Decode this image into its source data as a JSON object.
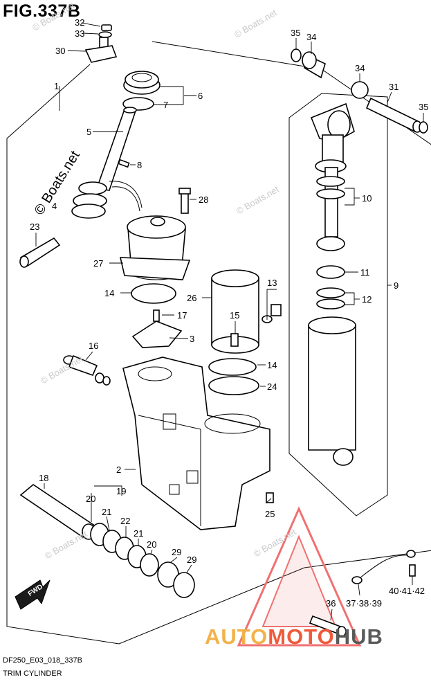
{
  "figure": {
    "title": "FIG.337B",
    "code": "DF250_E03_018_337B",
    "name": "TRIM CYLINDER"
  },
  "watermark": {
    "text": "© Boats.net",
    "brand_parts": [
      "AUTO",
      "MOTO",
      "HUB"
    ],
    "brand_colors": [
      "#f2b24a",
      "#ef5a3c",
      "#5a5a5a"
    ]
  },
  "arrow": {
    "label": "FWD"
  },
  "callouts": {
    "c1": "1",
    "c2": "2",
    "c3": "3",
    "c4": "4",
    "c5": "5",
    "c6": "6",
    "c7": "7",
    "c8": "8",
    "c9": "9",
    "c10": "10",
    "c11": "11",
    "c12": "12",
    "c13": "13",
    "c14a": "14",
    "c14b": "14",
    "c15": "15",
    "c16": "16",
    "c17": "17",
    "c18": "18",
    "c19": "19",
    "c20a": "20",
    "c20b": "20",
    "c21a": "21",
    "c21b": "21",
    "c22": "22",
    "c23": "23",
    "c24": "24",
    "c25": "25",
    "c26": "26",
    "c27": "27",
    "c28": "28",
    "c29a": "29",
    "c29b": "29",
    "c30": "30",
    "c31": "31",
    "c32": "32",
    "c33": "33",
    "c34a": "34",
    "c34b": "34",
    "c35a": "35",
    "c35b": "35",
    "c36": "36",
    "c37": "37·38·39",
    "c40": "40·41·42"
  }
}
